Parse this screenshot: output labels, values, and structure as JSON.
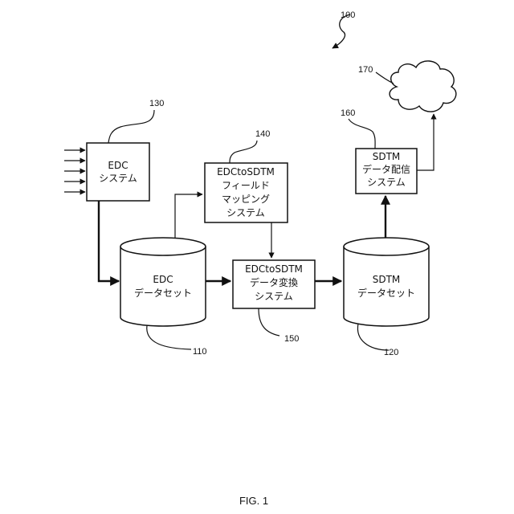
{
  "figure": {
    "caption": "FIG. 1",
    "reference_numeral": "100"
  },
  "nodes": {
    "edc_system": {
      "ref": "130",
      "line1": "EDC",
      "line2": "システム"
    },
    "mapping_system": {
      "ref": "140",
      "line1": "EDCtoSDTM",
      "line2": "フィールド",
      "line3": "マッピング",
      "line4": "システム"
    },
    "edc_dataset": {
      "ref": "110",
      "line1": "EDC",
      "line2": "データセット"
    },
    "conversion_system": {
      "ref": "150",
      "line1": "EDCtoSDTM",
      "line2": "データ変換",
      "line3": "システム"
    },
    "sdtm_dataset": {
      "ref": "120",
      "line1": "SDTM",
      "line2": "データセット"
    },
    "distribution_system": {
      "ref": "160",
      "line1": "SDTM",
      "line2": "データ配信",
      "line3": "システム"
    },
    "cloud": {
      "ref": "170"
    }
  }
}
